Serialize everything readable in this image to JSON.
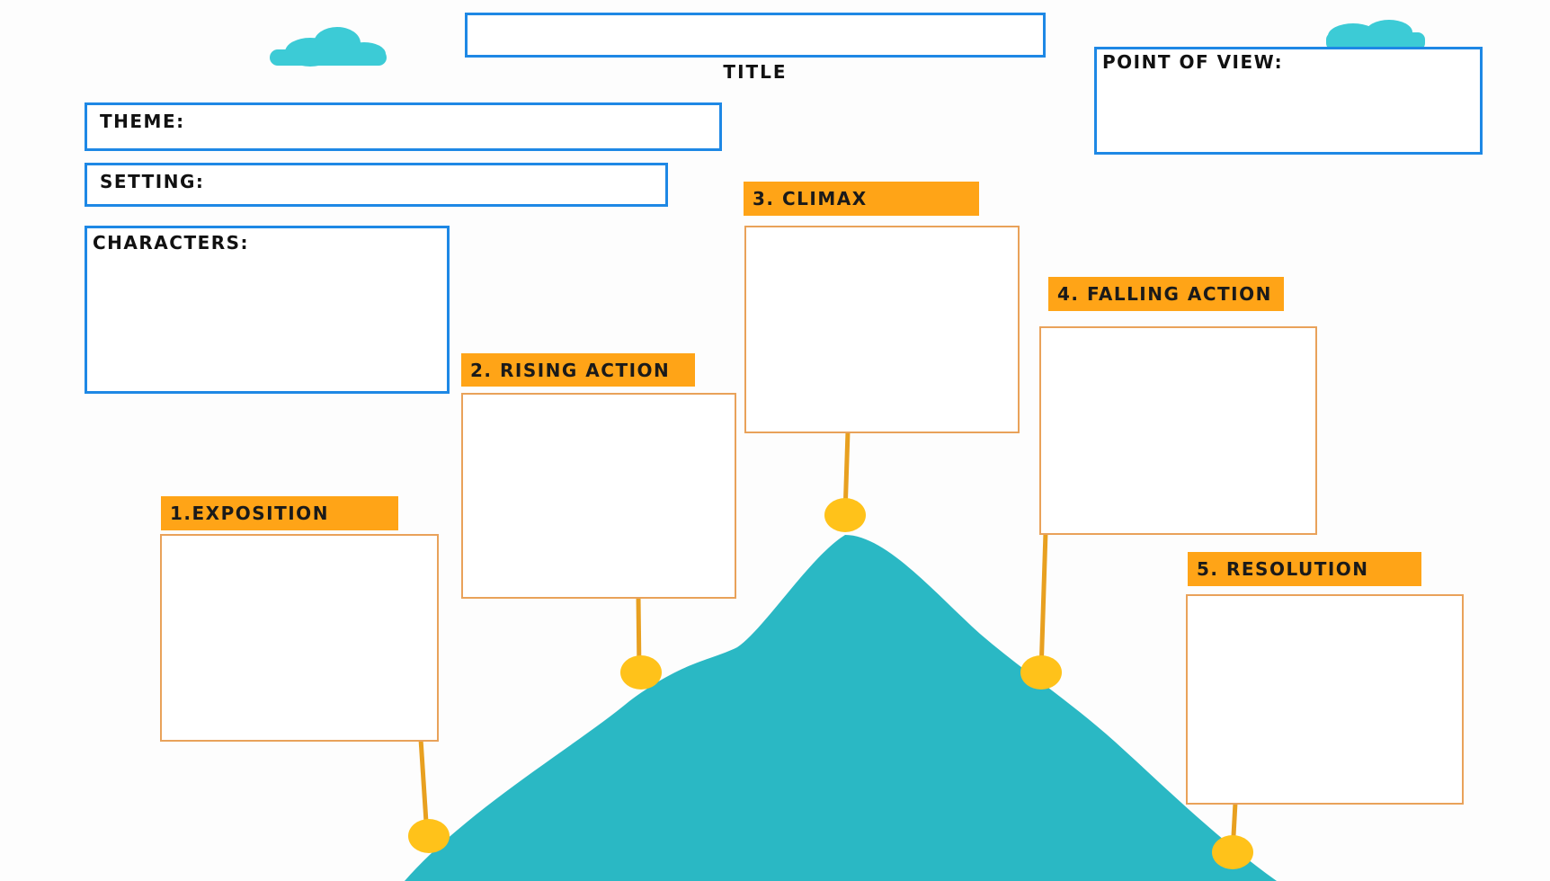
{
  "header": {
    "title_caption": "TITLE",
    "title_value": ""
  },
  "fields": {
    "theme": {
      "label": "THEME:",
      "value": ""
    },
    "setting": {
      "label": "SETTING:",
      "value": ""
    },
    "characters": {
      "label": "CHARACTERS:",
      "value": ""
    },
    "point_of_view": {
      "label": "POINT OF VIEW:",
      "value": ""
    }
  },
  "plot": {
    "exposition": {
      "label": "1.EXPOSITION",
      "value": ""
    },
    "rising_action": {
      "label": "2. RISING ACTION",
      "value": ""
    },
    "climax": {
      "label": "3. CLIMAX",
      "value": ""
    },
    "falling_action": {
      "label": "4. FALLING ACTION",
      "value": ""
    },
    "resolution": {
      "label": "5. RESOLUTION",
      "value": ""
    }
  },
  "colors": {
    "mountain": "#2ab8c4",
    "cloud": "#3ccbd6",
    "box_border_blue": "#1e88e5",
    "tag_orange": "#ffa417",
    "node_yellow": "#ffc21a",
    "stem_orange": "#e8a020"
  }
}
